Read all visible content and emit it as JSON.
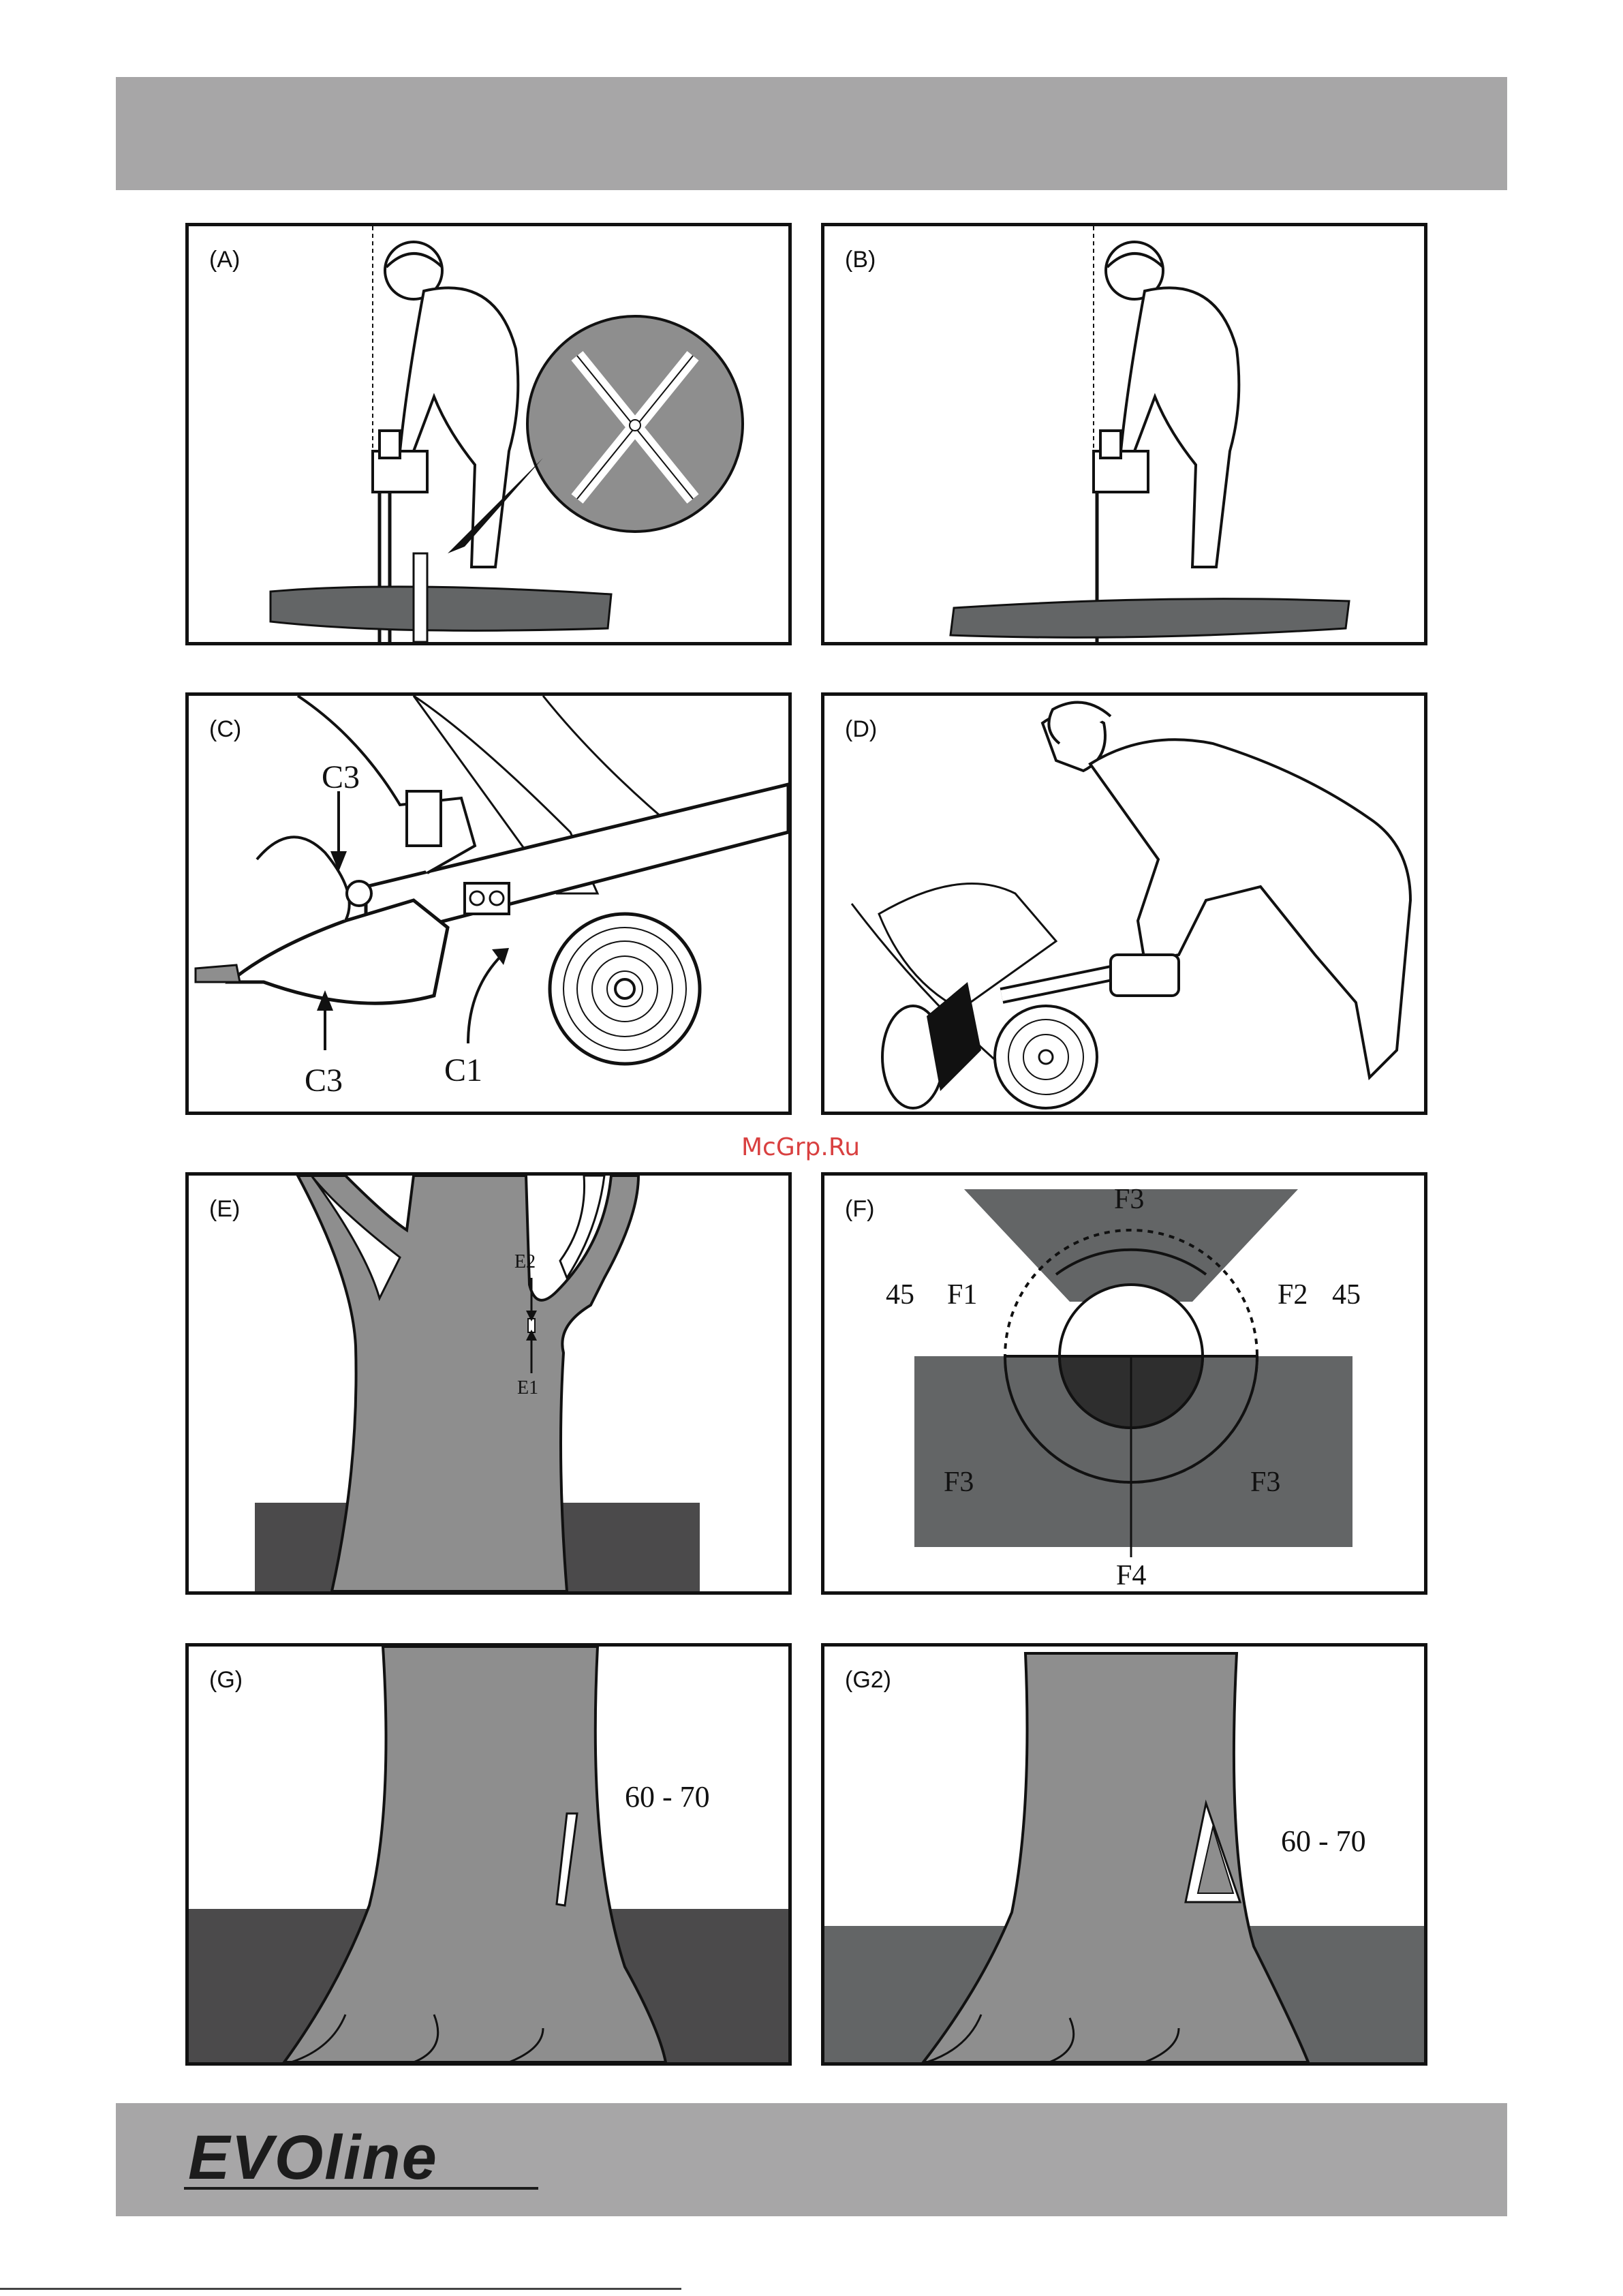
{
  "watermark": "McGrp.Ru",
  "brand": {
    "logo_text": "EVOline"
  },
  "figures": {
    "a": {
      "label": "(A)"
    },
    "b": {
      "label": "(B)"
    },
    "c": {
      "label": "(C)",
      "callouts": {
        "c3_top": "C3",
        "c3_bottom": "C3",
        "c1": "C1"
      }
    },
    "d": {
      "label": "(D)"
    },
    "e": {
      "label": "(E)",
      "callouts": {
        "e2": "E2",
        "e1": "E1"
      }
    },
    "f": {
      "label": "(F)",
      "callouts": {
        "f3_top": "F3",
        "left_angle": "45",
        "f1": "F1",
        "f2": "F2",
        "right_angle": "45",
        "f3_left": "F3",
        "f3_right": "F3",
        "f4": "F4"
      }
    },
    "g": {
      "label": "(G)",
      "angle_text": "60  - 70"
    },
    "g2": {
      "label": "(G2)",
      "angle_text": "60  - 70"
    }
  },
  "colors": {
    "band": "#a7a6a7",
    "ground_dark": "#4b4a4b",
    "trunk": "#8e8e8e",
    "ground_slate": "#636566"
  }
}
